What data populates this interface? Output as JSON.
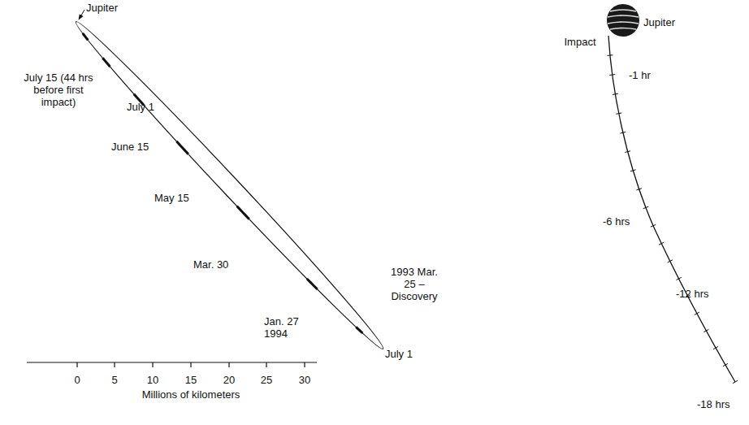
{
  "diagram": {
    "labels": [
      "Jupiter",
      "July 15 (44 hrs before first impact)",
      "July 1",
      "June 15",
      "May 15",
      "Mar. 30",
      "Jan. 27 1994",
      "1993 Mar. 25 – Discovery",
      "July 1",
      "0",
      "5",
      "10",
      "15",
      "20",
      "25",
      "30",
      "Millions of kilometers",
      "Jupiter",
      "Impact",
      "-1 hr",
      "-6 hrs",
      "-12 hrs",
      "-18 hrs"
    ]
  }
}
